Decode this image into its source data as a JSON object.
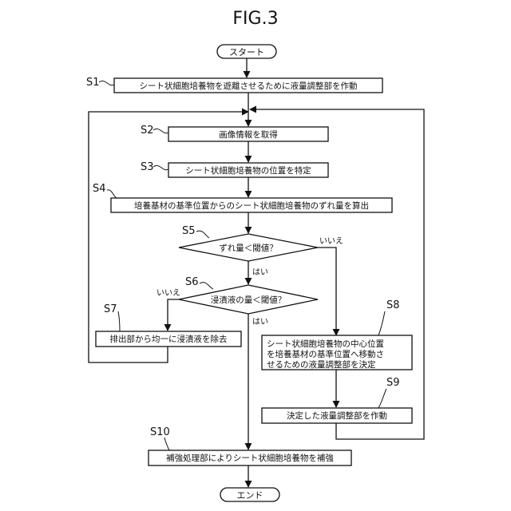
{
  "figure_title": "FIG.3",
  "start": "スタート",
  "end": "エンド",
  "steps": {
    "s1": {
      "id": "S1",
      "text": "シート状細胞培養物を遊離させるために液量調整部を作動"
    },
    "s2": {
      "id": "S2",
      "text": "画像情報を取得"
    },
    "s3": {
      "id": "S3",
      "text": "シート状細胞培養物の位置を特定"
    },
    "s4": {
      "id": "S4",
      "text": "培養基材の基準位置からのシート状細胞培養物のずれ量を算出"
    },
    "s5": {
      "id": "S5",
      "text": "ずれ量＜閾値？"
    },
    "s6": {
      "id": "S6",
      "text": "浸漬液の量＜閾値？"
    },
    "s7": {
      "id": "S7",
      "text": "排出部から均一に浸漬液を除去"
    },
    "s8": {
      "id": "S8",
      "lines": [
        "シート状細胞培養物の中心位置",
        "を培養基材の基準位置へ移動さ",
        "せるための液量調整部を決定"
      ]
    },
    "s9": {
      "id": "S9",
      "text": "決定した液量調整部を作動"
    },
    "s10": {
      "id": "S10",
      "text": "補強処理部によりシート状細胞培養物を補強"
    }
  },
  "branches": {
    "s5_yes": "はい",
    "s5_no": "いいえ",
    "s6_yes": "はい",
    "s6_no": "いいえ"
  }
}
